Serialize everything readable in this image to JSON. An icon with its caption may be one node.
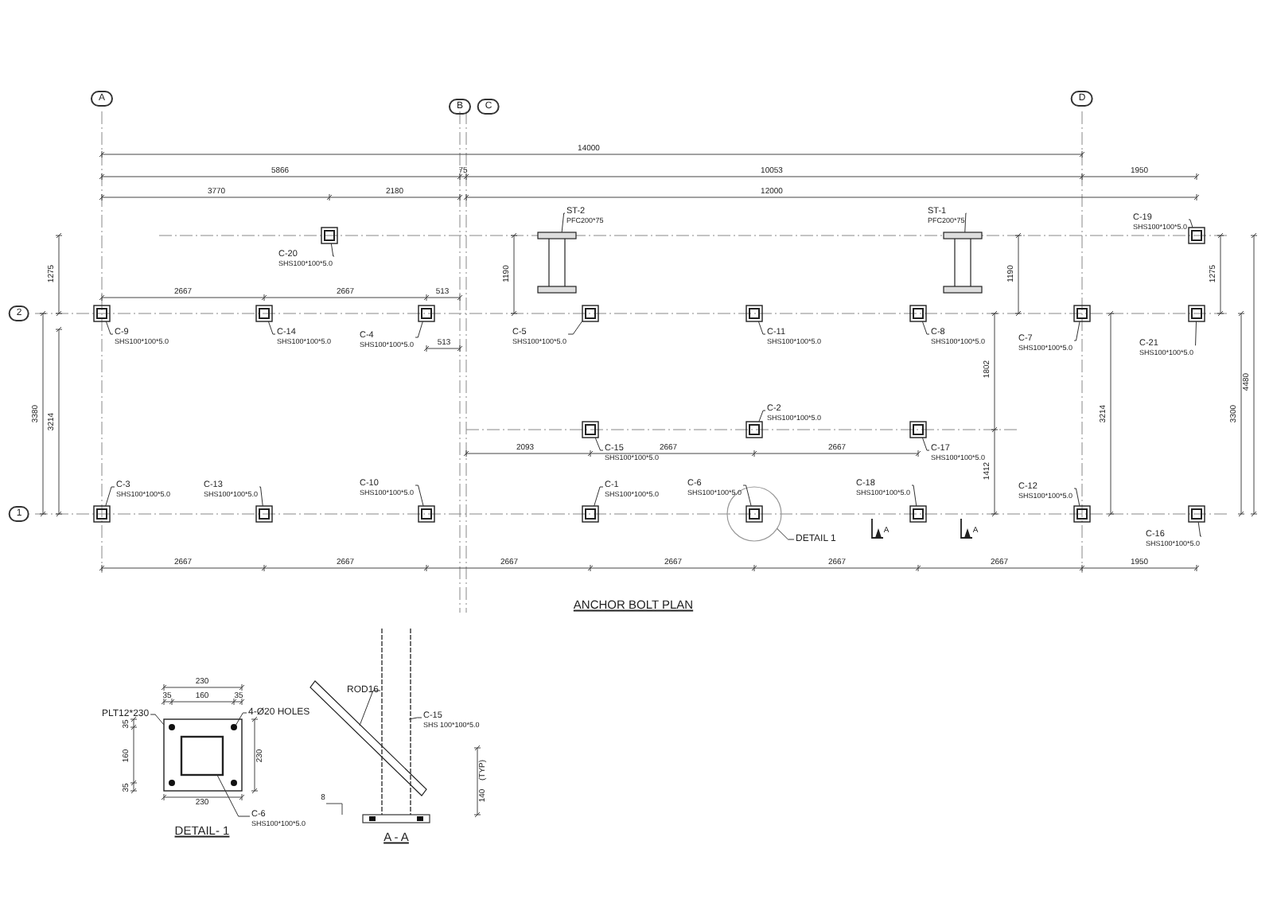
{
  "diagram": {
    "nodes": [
      {
        "text": [
          "C-20",
          "SHS100*100*5.0"
        ]
      },
      {
        "text": [],
        "shape": "box"
      },
      {
        "text": [
          "ST-2",
          "PFC200*75"
        ]
      },
      {
        "text": [],
        "shape": "bar"
      },
      {
        "text": [
          "ST-1",
          "PFC200*75"
        ]
      },
      {
        "text": [],
        "shape": "bar"
      },
      {
        "text": [
          "C-19",
          "SHS100*100*5.0"
        ]
      },
      {
        "text": [],
        "shape": "box"
      },
      {
        "text": [
          "C-9",
          "SHS100*100*5.0"
        ]
      },
      {
        "text": [],
        "shape": "box"
      },
      {
        "text": [
          "C-14",
          "SHS100*100*5.0"
        ]
      },
      {
        "text": [],
        "shape": "box"
      },
      {
        "text": [
          "C-4",
          "SHS100*100*5.0"
        ]
      },
      {
        "text": [],
        "shape": "box"
      },
      {
        "text": [
          "C-5",
          "SHS100*100*5.0"
        ]
      },
      {
        "text": [],
        "shape": "box"
      },
      {
        "text": [
          "C-11",
          "SHS100*100*5.0"
        ]
      },
      {
        "text": [],
        "shape": "box"
      },
      {
        "text": [
          "C-8",
          "SHS100*100*5.0"
        ]
      },
      {
        "text": [],
        "shape": "box"
      },
      {
        "text": [
          "C-7",
          "SHS100*100*5.0"
        ]
      },
      {
        "text": [],
        "shape": "box"
      },
      {
        "text": [
          "C-21",
          "SHS100*100*5.0"
        ]
      },
      {
        "text": [],
        "shape": "box"
      },
      {
        "text": [
          "C-15",
          "SHS100*100*5.0"
        ]
      },
      {
        "text": [],
        "shape": "box"
      },
      {
        "text": [
          "C-2",
          "SHS100*100*5.0"
        ]
      },
      {
        "text": [],
        "shape": "box"
      },
      {
        "text": [
          "C-17",
          "SHS100*100*5.0"
        ]
      },
      {
        "text": [],
        "shape": "box"
      },
      {
        "text": [
          "C-3",
          "SHS100*100*5.0"
        ]
      },
      {
        "text": [],
        "shape": "box"
      },
      {
        "text": [
          "C-13",
          "SHS100*100*5.0"
        ]
      },
      {
        "text": [],
        "shape": "box"
      },
      {
        "text": [
          "C-10",
          "SHS100*100*5.0"
        ]
      },
      {
        "text": [],
        "shape": "box"
      },
      {
        "text": [
          "C-1",
          "SHS100*100*5.0"
        ]
      },
      {
        "text": [],
        "shape": "box"
      },
      {
        "text": [
          "DETAIL 1"
        ]
      },
      {
        "text": [],
        "shape": "circle"
      },
      {
        "text": [
          "C-6",
          "SHS100*100*5.0"
        ]
      },
      {
        "text": [],
        "shape": "box",
        "in": 39
      },
      {
        "text": [
          "C-18",
          "SHS100*100*5.0"
        ]
      },
      {
        "text": [],
        "shape": "box"
      },
      {
        "text": [
          "C-12",
          "SHS100*100*5.0"
        ]
      },
      {
        "text": [],
        "shape": "box"
      },
      {
        "text": [
          "C-16",
          "SHS100*100*5.0"
        ]
      },
      {
        "text": [],
        "shape": "box"
      },
      {
        "text": [
          "PLT12*230"
        ]
      },
      {
        "text": [],
        "shape": "box"
      },
      {
        "text": [
          "4-Ø20 HOLES"
        ]
      },
      {
        "text": [],
        "shape": "circle",
        "in": 49
      },
      {
        "text": [
          "C-6",
          "SHS100*100*5.0"
        ]
      },
      {
        "text": [],
        "shape": "box",
        "in": 49
      },
      {
        "text": [
          "ROD16"
        ]
      },
      {
        "text": [],
        "shape": "bar"
      },
      {
        "text": [
          "C-15",
          "SHS 100*100*5.0"
        ]
      },
      {
        "text": [],
        "shape": "box"
      }
    ],
    "edges": [
      {
        "from": 0,
        "to": 1,
        "arrow": "none"
      },
      {
        "from": 2,
        "to": 3,
        "arrow": "none"
      },
      {
        "from": 4,
        "to": 5,
        "arrow": "none"
      },
      {
        "from": 6,
        "to": 7,
        "arrow": "none"
      },
      {
        "from": 8,
        "to": 9,
        "arrow": "none"
      },
      {
        "from": 10,
        "to": 11,
        "arrow": "none"
      },
      {
        "from": 12,
        "to": 13,
        "arrow": "none"
      },
      {
        "from": 14,
        "to": 15,
        "arrow": "none"
      },
      {
        "from": 16,
        "to": 17,
        "arrow": "none"
      },
      {
        "from": 18,
        "to": 19,
        "arrow": "none"
      },
      {
        "from": 20,
        "to": 21,
        "arrow": "none"
      },
      {
        "from": 22,
        "to": 23,
        "arrow": "none"
      },
      {
        "from": 24,
        "to": 25,
        "arrow": "none"
      },
      {
        "from": 26,
        "to": 27,
        "arrow": "none"
      },
      {
        "from": 28,
        "to": 29,
        "arrow": "none"
      },
      {
        "from": 30,
        "to": 31,
        "arrow": "none"
      },
      {
        "from": 32,
        "to": 33,
        "arrow": "none"
      },
      {
        "from": 34,
        "to": 35,
        "arrow": "none"
      },
      {
        "from": 36,
        "to": 37,
        "arrow": "none"
      },
      {
        "from": 38,
        "to": 39,
        "arrow": "none"
      },
      {
        "from": 40,
        "to": 41,
        "arrow": "none"
      },
      {
        "from": 42,
        "to": 43,
        "arrow": "none"
      },
      {
        "from": 44,
        "to": 45,
        "arrow": "none"
      },
      {
        "from": 46,
        "to": 47,
        "arrow": "none"
      },
      {
        "from": 48,
        "to": 49,
        "arrow": "none"
      },
      {
        "from": 50,
        "to": 51,
        "arrow": "none"
      },
      {
        "from": 52,
        "to": 53,
        "arrow": "none"
      },
      {
        "from": 54,
        "to": 55,
        "arrow": "none"
      },
      {
        "from": 56,
        "to": 57,
        "arrow": "none"
      }
    ],
    "labels": [
      "A",
      "B",
      "C",
      "D",
      "14000",
      "5866",
      "75",
      "10053",
      "1950",
      "3770",
      "2180",
      "12000",
      "1275",
      "1190",
      "1190",
      "1275",
      "2",
      "2667",
      "2667",
      "513",
      "513",
      "1802",
      "4480",
      "3380",
      "3214",
      "3214",
      "3300",
      "2093",
      "2667",
      "2667",
      "1412",
      "1",
      "A",
      "A",
      "2667",
      "2667",
      "2667",
      "2667",
      "2667",
      "2667",
      "1950",
      "ANCHOR BOLT PLAN",
      "230",
      "35",
      "160",
      "35",
      "35",
      "160",
      "35",
      "230",
      "230",
      "DETAIL- 1",
      "(TYP)",
      "140",
      "8",
      "A - A"
    ]
  }
}
